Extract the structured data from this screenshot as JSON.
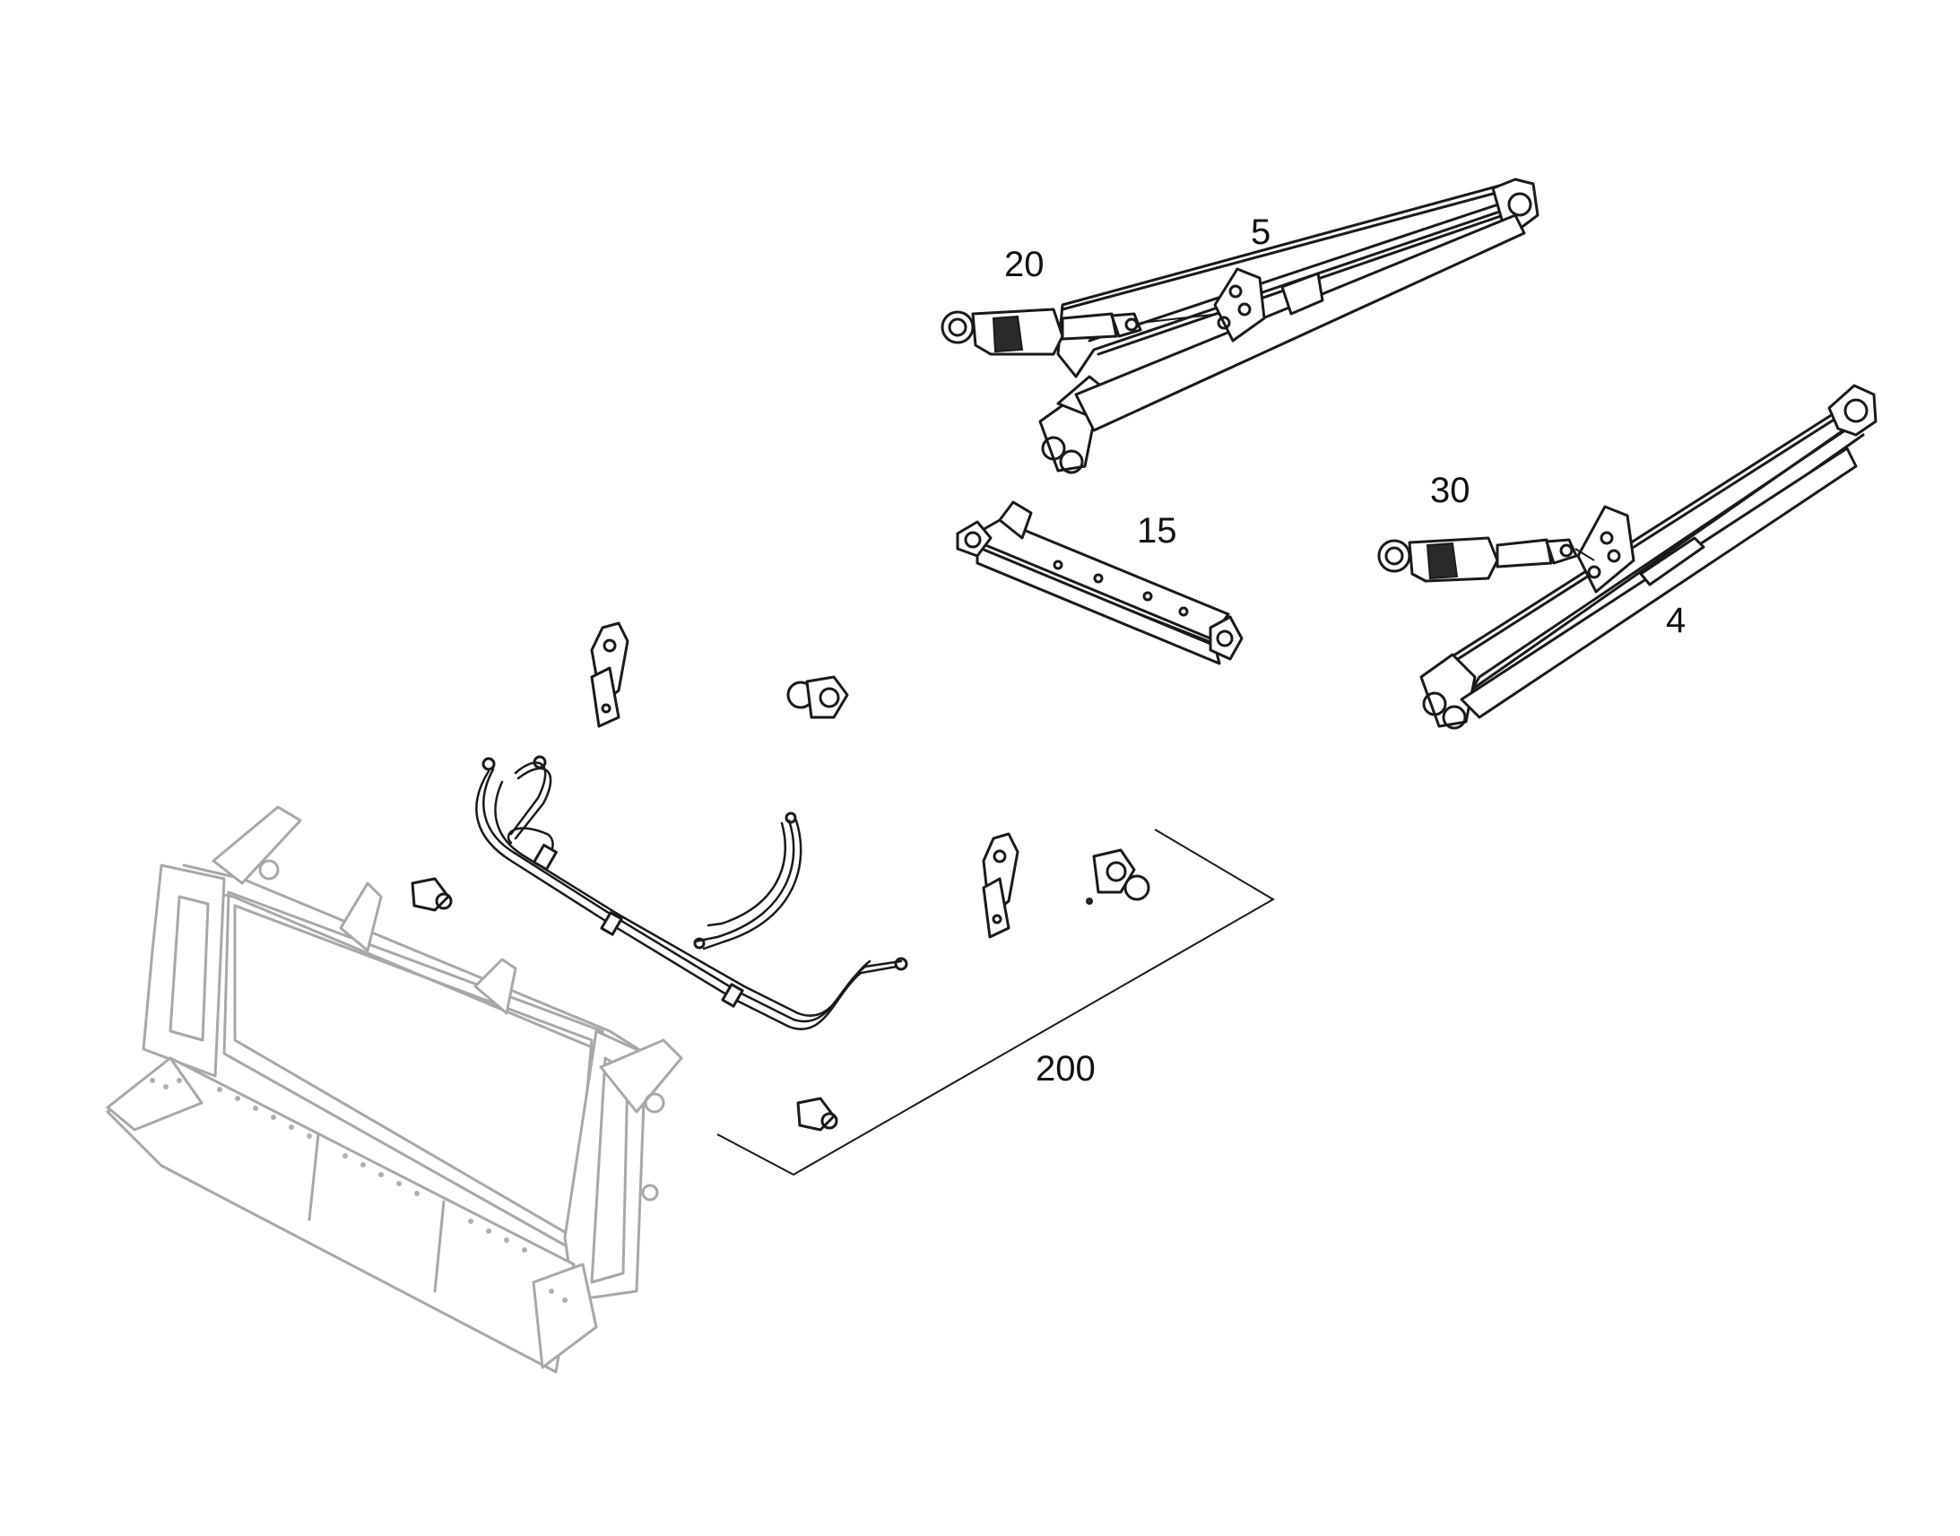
{
  "callouts": {
    "c5": "5",
    "c20": "20",
    "c30": "30",
    "c15": "15",
    "c4": "4",
    "c200": "200"
  }
}
